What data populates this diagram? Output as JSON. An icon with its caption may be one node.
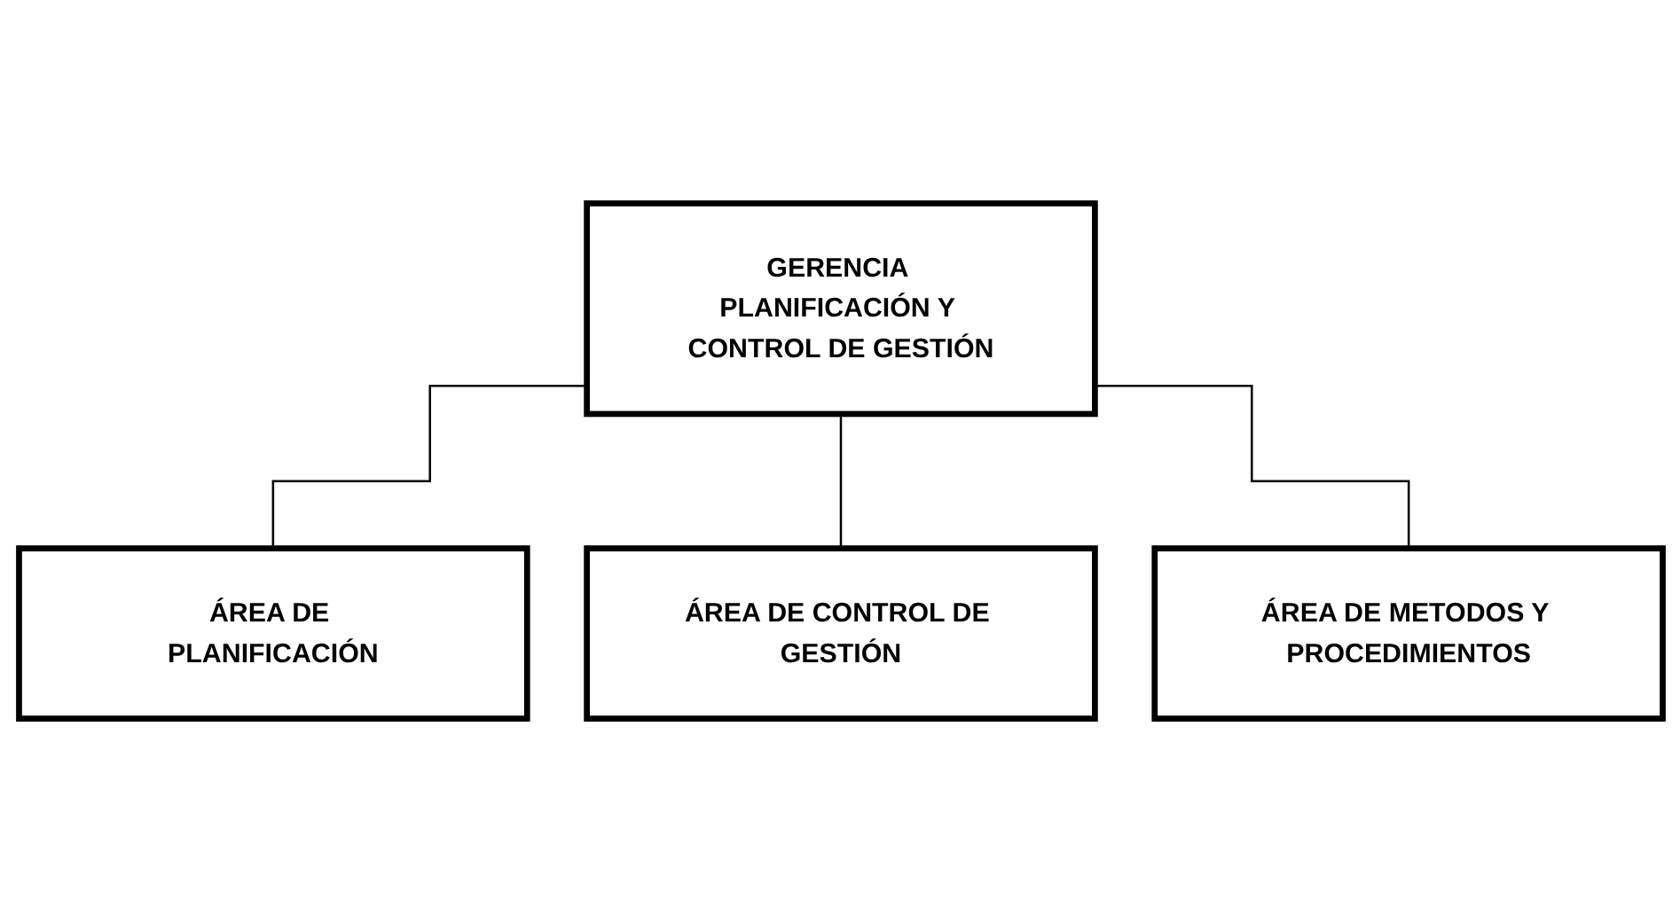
{
  "diagram": {
    "nodes": [
      {
        "text": [
          "GERENCIA PLANIFICACIÓN Y CONTROL DE GESTIÓN"
        ]
      },
      {
        "text": [
          "ÁREA DE PLANIFICACIÓN"
        ]
      },
      {
        "text": [
          "ÁREA DE CONTROL DE GESTIÓN"
        ]
      },
      {
        "text": [
          "ÁREA DE METODOS Y PROCEDIMIENTOS"
        ]
      }
    ],
    "edges": [
      {
        "from": 0,
        "to": 1,
        "arrow": "none"
      },
      {
        "from": 0,
        "to": 2,
        "arrow": "none"
      },
      {
        "from": 0,
        "to": 3,
        "arrow": "none"
      }
    ]
  }
}
